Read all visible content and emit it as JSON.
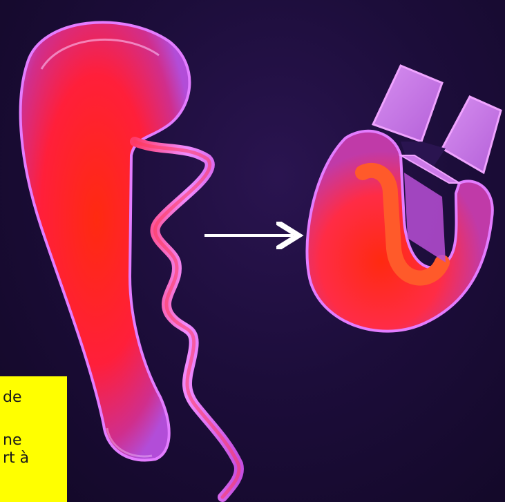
{
  "note": {
    "lines": [
      "de",
      "",
      "ne",
      "rt à"
    ]
  },
  "colors": {
    "background": "#1c0d3a",
    "surface_core": "#ff2a10",
    "surface_rim": "#e060ff",
    "arrow": "#ffffff",
    "note_bg": "#ffff00"
  },
  "icons": {
    "arrow": "arrow-right-icon"
  }
}
